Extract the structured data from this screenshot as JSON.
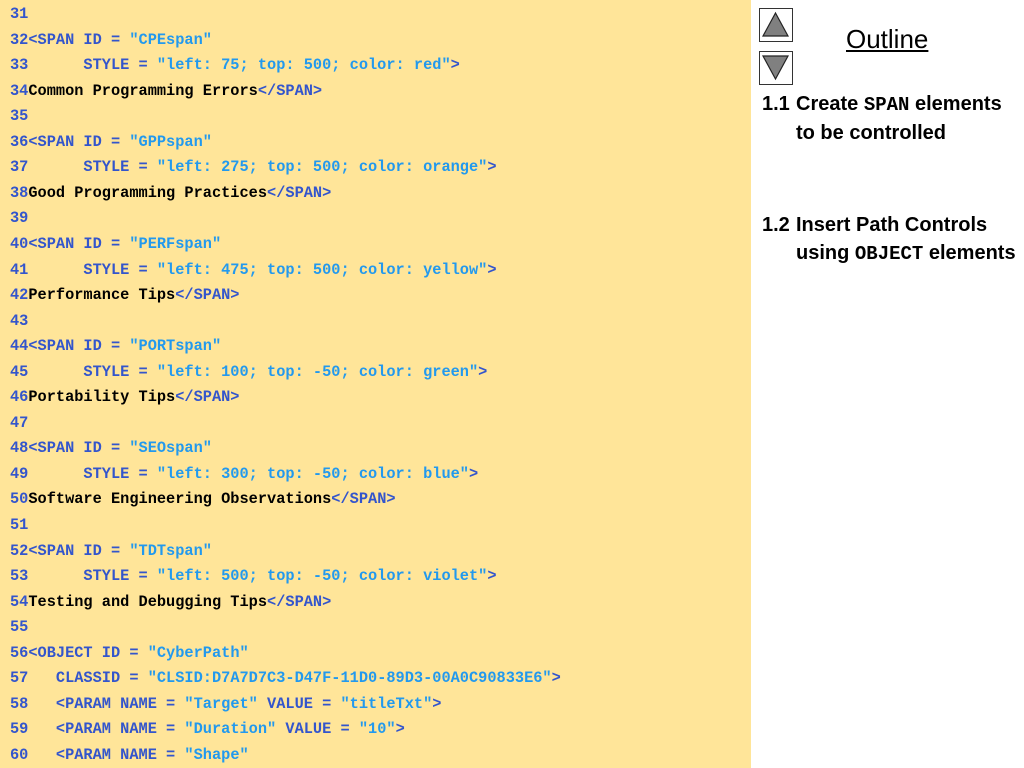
{
  "code_lines": [
    {
      "num": "31",
      "parts": []
    },
    {
      "num": "32",
      "parts": [
        {
          "t": "tag",
          "v": "<SPAN ID = "
        },
        {
          "t": "str",
          "v": "\"CPEspan\""
        }
      ]
    },
    {
      "num": "33",
      "parts": [
        {
          "t": "tag",
          "v": "      STYLE = "
        },
        {
          "t": "str",
          "v": "\"left: 75; top: 500; color: red\""
        },
        {
          "t": "tag",
          "v": ">"
        }
      ]
    },
    {
      "num": "34",
      "parts": [
        {
          "t": "txt",
          "v": "Common Programming Errors"
        },
        {
          "t": "tag",
          "v": "</SPAN>"
        }
      ]
    },
    {
      "num": "35",
      "parts": []
    },
    {
      "num": "36",
      "parts": [
        {
          "t": "tag",
          "v": "<SPAN ID = "
        },
        {
          "t": "str",
          "v": "\"GPPspan\""
        }
      ]
    },
    {
      "num": "37",
      "parts": [
        {
          "t": "tag",
          "v": "      STYLE = "
        },
        {
          "t": "str",
          "v": "\"left: 275; top: 500; color: orange\""
        },
        {
          "t": "tag",
          "v": ">"
        }
      ]
    },
    {
      "num": "38",
      "parts": [
        {
          "t": "txt",
          "v": "Good Programming Practices"
        },
        {
          "t": "tag",
          "v": "</SPAN>"
        }
      ]
    },
    {
      "num": "39",
      "parts": []
    },
    {
      "num": "40",
      "parts": [
        {
          "t": "tag",
          "v": "<SPAN ID = "
        },
        {
          "t": "str",
          "v": "\"PERFspan\""
        }
      ]
    },
    {
      "num": "41",
      "parts": [
        {
          "t": "tag",
          "v": "      STYLE = "
        },
        {
          "t": "str",
          "v": "\"left: 475; top: 500; color: yellow\""
        },
        {
          "t": "tag",
          "v": ">"
        }
      ]
    },
    {
      "num": "42",
      "parts": [
        {
          "t": "txt",
          "v": "Performance Tips"
        },
        {
          "t": "tag",
          "v": "</SPAN>"
        }
      ]
    },
    {
      "num": "43",
      "parts": []
    },
    {
      "num": "44",
      "parts": [
        {
          "t": "tag",
          "v": "<SPAN ID = "
        },
        {
          "t": "str",
          "v": "\"PORTspan\""
        }
      ]
    },
    {
      "num": "45",
      "parts": [
        {
          "t": "tag",
          "v": "      STYLE = "
        },
        {
          "t": "str",
          "v": "\"left: 100; top: -50; color: green\""
        },
        {
          "t": "tag",
          "v": ">"
        }
      ]
    },
    {
      "num": "46",
      "parts": [
        {
          "t": "txt",
          "v": "Portability Tips"
        },
        {
          "t": "tag",
          "v": "</SPAN>"
        }
      ]
    },
    {
      "num": "47",
      "parts": []
    },
    {
      "num": "48",
      "parts": [
        {
          "t": "tag",
          "v": "<SPAN ID = "
        },
        {
          "t": "str",
          "v": "\"SEOspan\""
        }
      ]
    },
    {
      "num": "49",
      "parts": [
        {
          "t": "tag",
          "v": "      STYLE = "
        },
        {
          "t": "str",
          "v": "\"left: 300; top: -50; color: blue\""
        },
        {
          "t": "tag",
          "v": ">"
        }
      ]
    },
    {
      "num": "50",
      "parts": [
        {
          "t": "txt",
          "v": "Software Engineering Observations"
        },
        {
          "t": "tag",
          "v": "</SPAN>"
        }
      ]
    },
    {
      "num": "51",
      "parts": []
    },
    {
      "num": "52",
      "parts": [
        {
          "t": "tag",
          "v": "<SPAN ID = "
        },
        {
          "t": "str",
          "v": "\"TDTspan\""
        }
      ]
    },
    {
      "num": "53",
      "parts": [
        {
          "t": "tag",
          "v": "      STYLE = "
        },
        {
          "t": "str",
          "v": "\"left: 500; top: -50; color: violet\""
        },
        {
          "t": "tag",
          "v": ">"
        }
      ]
    },
    {
      "num": "54",
      "parts": [
        {
          "t": "txt",
          "v": "Testing and Debugging Tips"
        },
        {
          "t": "tag",
          "v": "</SPAN>"
        }
      ]
    },
    {
      "num": "55",
      "parts": []
    },
    {
      "num": "56",
      "parts": [
        {
          "t": "tag",
          "v": "<OBJECT ID = "
        },
        {
          "t": "str",
          "v": "\"CyberPath\""
        }
      ]
    },
    {
      "num": "57",
      "parts": [
        {
          "t": "tag",
          "v": "   CLASSID = "
        },
        {
          "t": "str",
          "v": "\"CLSID:D7A7D7C3-D47F-11D0-89D3-00A0C90833E6\""
        },
        {
          "t": "tag",
          "v": ">"
        }
      ]
    },
    {
      "num": "58",
      "parts": [
        {
          "t": "tag",
          "v": "   <PARAM NAME = "
        },
        {
          "t": "str",
          "v": "\"Target\""
        },
        {
          "t": "tag",
          "v": " VALUE = "
        },
        {
          "t": "str",
          "v": "\"titleTxt\""
        },
        {
          "t": "tag",
          "v": ">"
        }
      ]
    },
    {
      "num": "59",
      "parts": [
        {
          "t": "tag",
          "v": "   <PARAM NAME = "
        },
        {
          "t": "str",
          "v": "\"Duration\""
        },
        {
          "t": "tag",
          "v": " VALUE = "
        },
        {
          "t": "str",
          "v": "\"10\""
        },
        {
          "t": "tag",
          "v": ">"
        }
      ]
    },
    {
      "num": "60",
      "parts": [
        {
          "t": "tag",
          "v": "   <PARAM NAME = "
        },
        {
          "t": "str",
          "v": "\"Shape\""
        }
      ]
    }
  ],
  "colors": {
    "code_background": "#ffe599",
    "line_number": "#3355cc",
    "tag": "#3355cc",
    "string": "#2299ee",
    "text": "#000000"
  },
  "icons": {
    "up": "triangle-up-icon",
    "down": "triangle-down-icon"
  },
  "outline": {
    "title": "Outline",
    "items": [
      {
        "number": "1.1",
        "pre": "Create ",
        "code": "SPAN",
        "post": " elements to be controlled"
      },
      {
        "number": "1.2",
        "pre": "Insert Path Controls using ",
        "code": "OBJECT",
        "post": " elements"
      }
    ]
  }
}
